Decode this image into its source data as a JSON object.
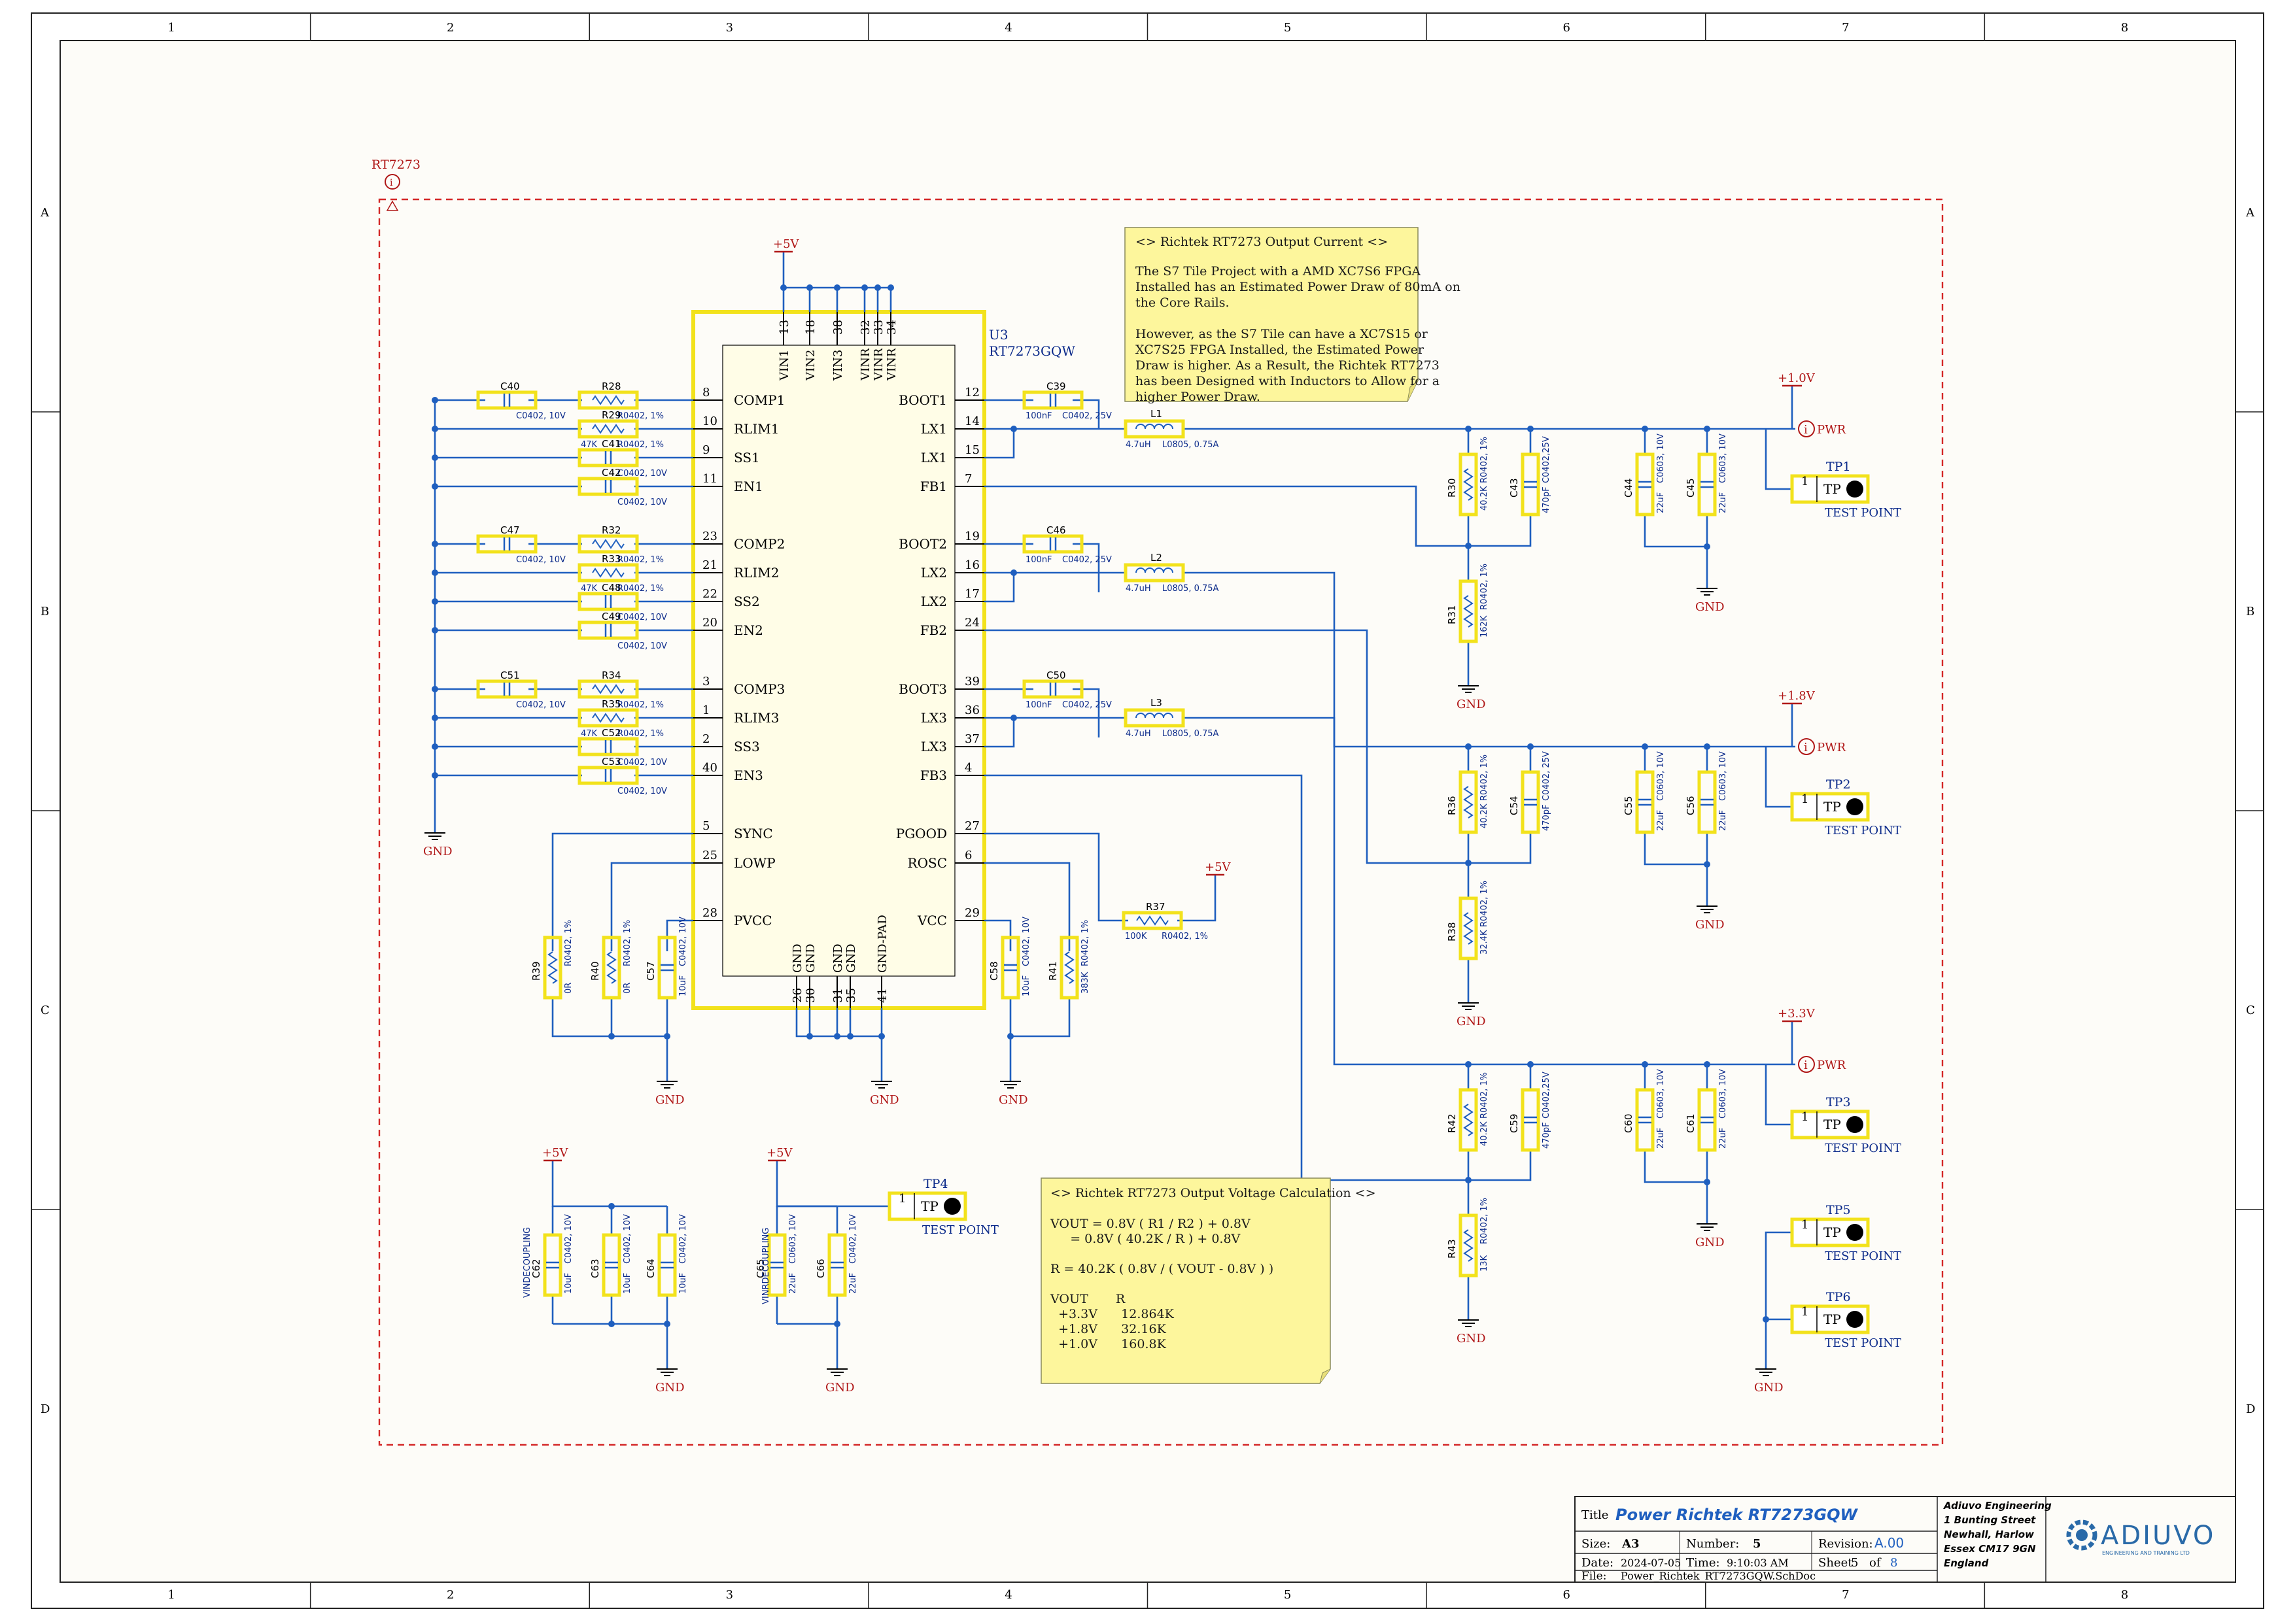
{
  "frame": {
    "columns": [
      "1",
      "2",
      "3",
      "4",
      "5",
      "6",
      "7",
      "8"
    ],
    "rows": [
      "A",
      "B",
      "C",
      "D"
    ]
  },
  "harness": {
    "name": "RT7273"
  },
  "ic": {
    "ref": "U3",
    "part": "RT7273GQW",
    "top_pins": [
      {
        "name": "VIN1",
        "num": "13"
      },
      {
        "name": "VIN2",
        "num": "18"
      },
      {
        "name": "VIN3",
        "num": "38"
      },
      {
        "name": "VINR",
        "num": "32"
      },
      {
        "name": "VINR",
        "num": "33"
      },
      {
        "name": "VINR",
        "num": "34"
      }
    ],
    "left_pins": [
      {
        "name": "COMP1",
        "num": "8"
      },
      {
        "name": "RLIM1",
        "num": "10"
      },
      {
        "name": "SS1",
        "num": "9"
      },
      {
        "name": "EN1",
        "num": "11"
      },
      {
        "name": "COMP2",
        "num": "23"
      },
      {
        "name": "RLIM2",
        "num": "21"
      },
      {
        "name": "SS2",
        "num": "22"
      },
      {
        "name": "EN2",
        "num": "20"
      },
      {
        "name": "COMP3",
        "num": "3"
      },
      {
        "name": "RLIM3",
        "num": "1"
      },
      {
        "name": "SS3",
        "num": "2"
      },
      {
        "name": "EN3",
        "num": "40"
      },
      {
        "name": "SYNC",
        "num": "5"
      },
      {
        "name": "LOWP",
        "num": "25"
      },
      {
        "name": "PVCC",
        "num": "28"
      }
    ],
    "right_pins": [
      {
        "name": "BOOT1",
        "num": "12"
      },
      {
        "name": "LX1",
        "num": "14"
      },
      {
        "name": "LX1",
        "num": "15"
      },
      {
        "name": "FB1",
        "num": "7"
      },
      {
        "name": "BOOT2",
        "num": "19"
      },
      {
        "name": "LX2",
        "num": "16"
      },
      {
        "name": "LX2",
        "num": "17"
      },
      {
        "name": "FB2",
        "num": "24"
      },
      {
        "name": "BOOT3",
        "num": "39"
      },
      {
        "name": "LX3",
        "num": "36"
      },
      {
        "name": "LX3",
        "num": "37"
      },
      {
        "name": "FB3",
        "num": "4"
      },
      {
        "name": "PGOOD",
        "num": "27"
      },
      {
        "name": "ROSC",
        "num": "6"
      },
      {
        "name": "VCC",
        "num": "29"
      }
    ],
    "bottom_pins": [
      {
        "name": "GND",
        "num": "26"
      },
      {
        "name": "GND",
        "num": "30"
      },
      {
        "name": "GND",
        "num": "31"
      },
      {
        "name": "GND",
        "num": "35"
      },
      {
        "name": "GND-PAD",
        "num": "41"
      }
    ]
  },
  "left_parts": [
    {
      "row": 0,
      "ref": "C40",
      "val": "C0402, 10V",
      "rref": "R28",
      "rval": "R0402, 1%"
    },
    {
      "row": 1,
      "ref": "R29",
      "val": "R0402, 1%",
      "rval2": "47K"
    },
    {
      "row": 2,
      "ref": "C41",
      "val": "C0402, 10V"
    },
    {
      "row": 3,
      "ref": "C42",
      "val": "C0402, 10V"
    },
    {
      "row": 4,
      "ref": "C47",
      "val": "C0402, 10V",
      "rref": "R32",
      "rval": "R0402, 1%"
    },
    {
      "row": 5,
      "ref": "R33",
      "val": "R0402, 1%",
      "rval2": "47K"
    },
    {
      "row": 6,
      "ref": "C48",
      "val": "C0402, 10V"
    },
    {
      "row": 7,
      "ref": "C49",
      "val": "C0402, 10V"
    },
    {
      "row": 8,
      "ref": "C51",
      "val": "C0402, 10V",
      "rref": "R34",
      "rval": "R0402, 1%"
    },
    {
      "row": 9,
      "ref": "R35",
      "val": "R0402, 1%",
      "rval2": "47K"
    },
    {
      "row": 10,
      "ref": "C52",
      "val": "C0402, 10V"
    },
    {
      "row": 11,
      "ref": "C53",
      "val": "C0402, 10V"
    }
  ],
  "rail_labels": {
    "p5v": "+5V",
    "gnd": "GND",
    "pwr": "PWR",
    "tp": "TP",
    "test_point": "TEST POINT"
  },
  "rails": [
    {
      "net": "+1.0V",
      "boot_cap": "C39",
      "boot_val": "100nF",
      "boot_pkg": "C0402, 25V",
      "ind": "L1",
      "ind_val": "4.7uH",
      "ind_pkg": "L0805, 0.75A",
      "rtop": "R30",
      "rtop_val": "40.2K",
      "rtop_pkg": "R0402, 1%",
      "rbot": "R31",
      "rbot_val": "162K",
      "rbot_pkg": "R0402, 1%",
      "cff": "C43",
      "cff_val": "470pF",
      "cff_pkg": "C0402,25V",
      "cout1": "C44",
      "cout2": "C45",
      "cout_val": "22uF",
      "cout_pkg": "C0603, 10V",
      "tp": "TP1"
    },
    {
      "net": "+1.8V",
      "boot_cap": "C46",
      "boot_val": "100nF",
      "boot_pkg": "C0402, 25V",
      "ind": "L2",
      "ind_val": "4.7uH",
      "ind_pkg": "L0805, 0.75A",
      "rtop": "R36",
      "rtop_val": "40.2K",
      "rtop_pkg": "R0402, 1%",
      "rbot": "R38",
      "rbot_val": "32.4K",
      "rbot_pkg": "R0402, 1%",
      "cff": "C54",
      "cff_val": "470pF",
      "cff_pkg": "C0402, 25V",
      "cout1": "C55",
      "cout2": "C56",
      "cout_val": "22uF",
      "cout_pkg": "C0603, 10V",
      "tp": "TP2"
    },
    {
      "net": "+3.3V",
      "boot_cap": "C50",
      "boot_val": "100nF",
      "boot_pkg": "C0402, 25V",
      "ind": "L3",
      "ind_val": "4.7uH",
      "ind_pkg": "L0805, 0.75A",
      "rtop": "R42",
      "rtop_val": "40.2K",
      "rtop_pkg": "R0402, 1%",
      "rbot": "R43",
      "rbot_val": "13K",
      "rbot_pkg": "R0402, 1%",
      "cff": "C59",
      "cff_val": "470pF",
      "cff_pkg": "C0402,25V",
      "cout1": "C60",
      "cout2": "C61",
      "cout_val": "22uF",
      "cout_pkg": "C0603, 10V",
      "tp": "TP3"
    }
  ],
  "misc_parts": {
    "r37": {
      "ref": "R37",
      "val": "100K",
      "pkg": "R0402, 1%"
    },
    "r39": {
      "ref": "R39",
      "val": "0R",
      "pkg": "R0402, 1%"
    },
    "r40": {
      "ref": "R40",
      "val": "0R",
      "pkg": "R0402, 1%"
    },
    "c57": {
      "ref": "C57",
      "val": "10uF",
      "pkg": "C0402, 10V"
    },
    "c58": {
      "ref": "C58",
      "val": "10uF",
      "pkg": "C0402, 10V"
    },
    "r41": {
      "ref": "R41",
      "val": "383K",
      "pkg": "R0402, 1%"
    },
    "c62": {
      "ref": "C62",
      "val": "10uF",
      "pkg": "C0402, 10V"
    },
    "c63": {
      "ref": "C63",
      "val": "10uF",
      "pkg": "C0402, 10V"
    },
    "c64": {
      "ref": "C64",
      "val": "10uF",
      "pkg": "C0402, 10V"
    },
    "c65": {
      "ref": "C65",
      "val": "22uF",
      "pkg": "C0603, 10V"
    },
    "c66": {
      "ref": "C66",
      "val": "22uF",
      "pkg": "C0402, 10V"
    },
    "vin_label": "VINDECOUPLING",
    "vinr_label": "VINRDECOUPLING",
    "tp4": "TP4",
    "tp5": "TP5",
    "tp6": "TP6",
    "tp_pin": "1"
  },
  "note_current": {
    "title": "<> Richtek RT7273 Output Current <>",
    "lines": [
      "The S7 Tile Project with a AMD XC7S6 FPGA",
      "Installed has an Estimated Power Draw of 80mA on",
      "the Core Rails.",
      "",
      "However, as the S7 Tile can have a XC7S15 or",
      "XC7S25 FPGA Installed, the Estimated Power",
      "Draw is higher. As a Result, the Richtek RT7273",
      "has been Designed with Inductors to Allow for a",
      "higher Power Draw."
    ]
  },
  "note_voltage": {
    "title": "<> Richtek RT7273 Output Voltage Calculation <>",
    "lines": [
      "VOUT = 0.8V ( R1 / R2 ) + 0.8V",
      "     = 0.8V ( 40.2K / R ) + 0.8V",
      "",
      "R = 40.2K ( 0.8V / ( VOUT - 0.8V ) )",
      "",
      "VOUT       R",
      "  +3.3V      12.864K",
      "  +1.8V      32.16K",
      "  +1.0V      160.8K"
    ]
  },
  "title_block": {
    "title_label": "Title",
    "title": "Power Richtek RT7273GQW",
    "size_label": "Size:",
    "size": "A3",
    "number_label": "Number:",
    "number": "5",
    "revision_label": "Revision:",
    "revision": "A.00",
    "date_label": "Date:",
    "date": "2024-07-05",
    "time_label": "Time:",
    "time": "9:10:03 AM",
    "sheet_label": "Sheet",
    "sheet": "5",
    "of_label": "of",
    "sheets": "8",
    "file_label": "File:",
    "file": "Power_Richtek_RT7273GQW.SchDoc",
    "company_lines": [
      "Adiuvo Engineering",
      "1 Bunting Street",
      "Newhall, Harlow",
      "Essex CM17 9GN",
      "England"
    ],
    "logo_text": "ADIUVO",
    "logo_sub": "ENGINEERING AND TRAINING LTD",
    "colors": {
      "accent": "#1f5fbf",
      "logo": "#2a6aa8"
    }
  }
}
